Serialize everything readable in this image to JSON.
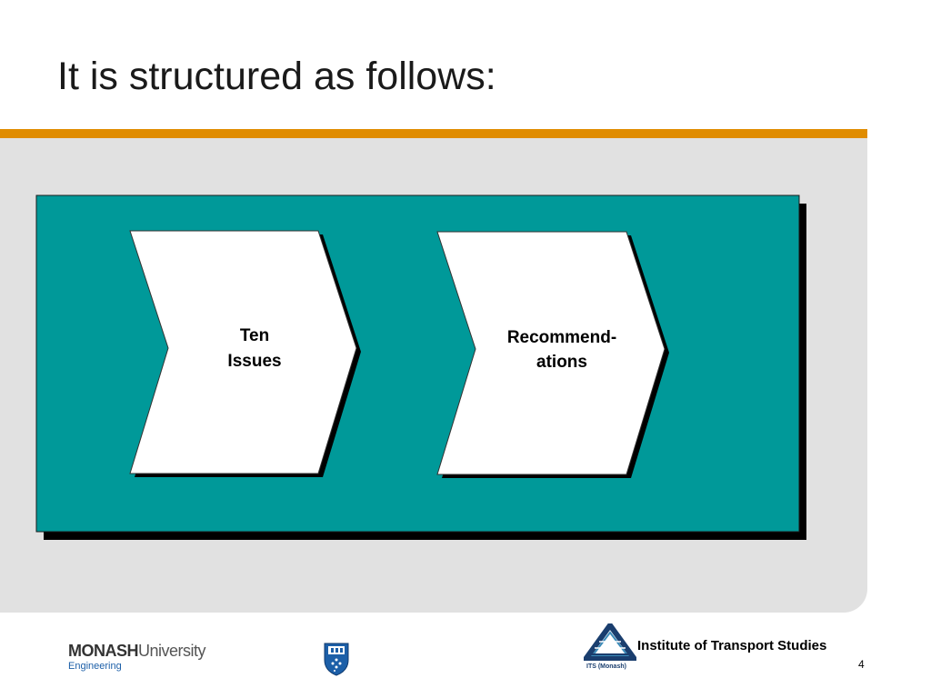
{
  "slide": {
    "title": "It is structured as follows:",
    "page_number": "4"
  },
  "diagram": {
    "steps": [
      {
        "lines": [
          "Ten",
          "Issues"
        ]
      },
      {
        "lines": [
          "Recommend-",
          "ations"
        ]
      }
    ]
  },
  "footer": {
    "university_bold": "MONASH",
    "university_light": "University",
    "faculty": "Engineering",
    "its_name": "Institute of Transport Studies",
    "its_caption": "ITS (Monash)"
  },
  "colors": {
    "teal_panel": "#009999",
    "accent_bar": "#e08c00",
    "grey_panel": "#e1e1e1"
  }
}
